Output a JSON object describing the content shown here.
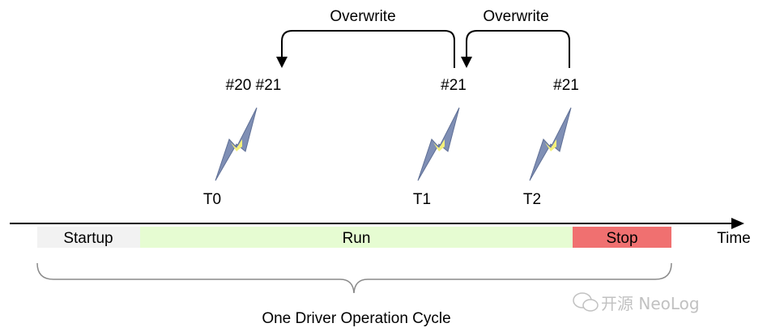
{
  "overwrite_labels": [
    "Overwrite",
    "Overwrite"
  ],
  "event_labels": [
    "#20 #21",
    "#21",
    "#21"
  ],
  "time_labels": [
    "T0",
    "T1",
    "T2"
  ],
  "phases": [
    {
      "label": "Startup",
      "color": "#f2f2f2"
    },
    {
      "label": "Run",
      "color": "#e6fcd2"
    },
    {
      "label": "Stop",
      "color": "#f07070"
    }
  ],
  "axis_label": "Time",
  "cycle_label": "One Driver Operation Cycle",
  "watermark": "开源 NeoLog",
  "colors": {
    "bolt_fill": "#7f8fb5",
    "bolt_inner": "#f4f07a",
    "arrow": "#000000",
    "brace": "#8a8a8a"
  }
}
